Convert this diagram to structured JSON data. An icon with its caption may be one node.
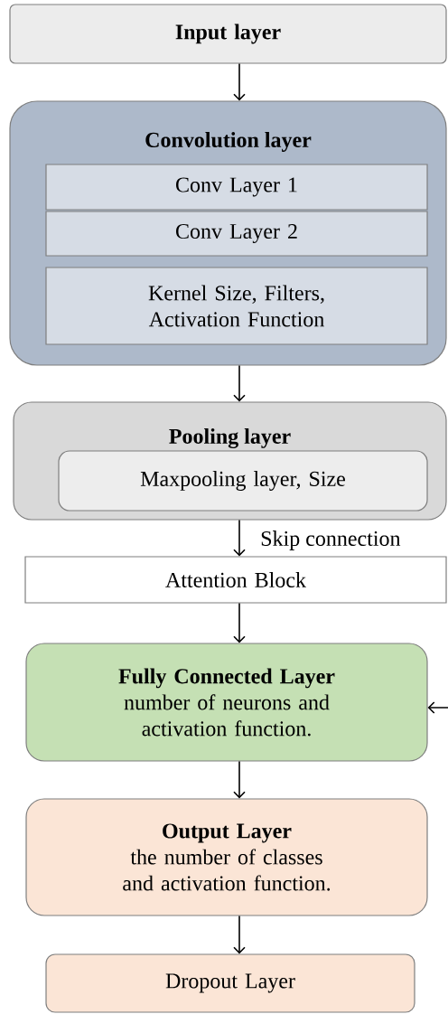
{
  "diagram": {
    "nodes": [
      {
        "text": [
          "Input layer"
        ]
      },
      {
        "text": [
          "Convolution layer"
        ]
      },
      {
        "text": [
          "Conv Layer 1"
        ],
        "in": 1
      },
      {
        "text": [
          "Conv Layer 2"
        ],
        "in": 1
      },
      {
        "text": [
          "Kernel Size, Filters, Activation Function"
        ],
        "in": 1
      },
      {
        "text": [
          "Pooling layer"
        ]
      },
      {
        "text": [
          "Maxpooling layer, Size"
        ],
        "in": 5
      },
      {
        "text": [
          "Attention Block"
        ]
      },
      {
        "text": [
          "Fully Connected Layer",
          "number of neurons and activation function."
        ]
      },
      {
        "text": [
          "Output Layer",
          "the number of classes and activation function."
        ]
      },
      {
        "text": [
          "Dropout Layer"
        ]
      }
    ],
    "edges": [
      {
        "from": 0,
        "to": 1,
        "arrow": "to"
      },
      {
        "from": 1,
        "to": 5,
        "arrow": "to"
      },
      {
        "from": 5,
        "to": 7,
        "arrow": "to"
      },
      {
        "from": 7,
        "to": 8,
        "arrow": "to"
      },
      {
        "from": 8,
        "to": 9,
        "arrow": "to"
      },
      {
        "from": 9,
        "to": 10,
        "arrow": "to"
      },
      {
        "from": null,
        "to": 8,
        "arrow": "to"
      }
    ],
    "labels": [
      "Skip connection"
    ]
  }
}
